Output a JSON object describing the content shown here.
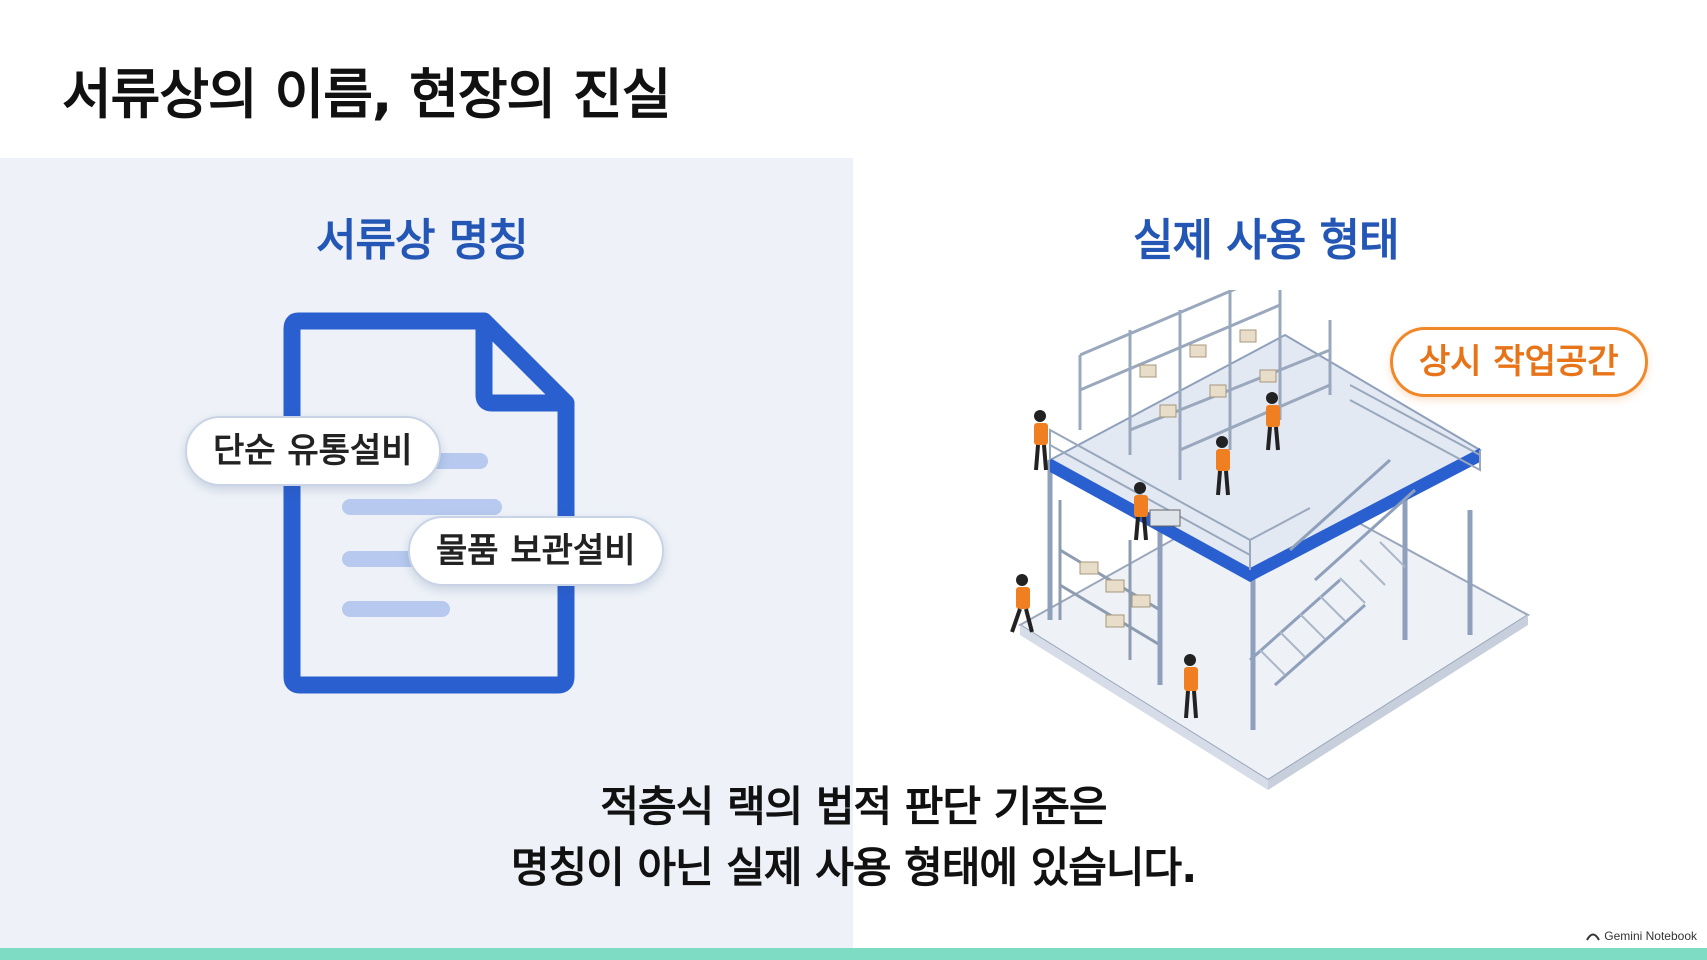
{
  "title": "서류상의 이름, 현장의 진실",
  "left": {
    "heading": "서류상 명칭",
    "labels": [
      "단순 유통설비",
      "물품 보관설비"
    ]
  },
  "right": {
    "heading": "실제 사용 형태",
    "callout": "상시 작업공간"
  },
  "caption": {
    "line1": "적층식 랙의 법적 판단 기준은",
    "line2": "명칭이 아닌 실제 사용 형태에 있습니다."
  },
  "watermark": "Gemini Notebook",
  "colors": {
    "accent_blue": "#2457b5",
    "accent_orange": "#f0882a",
    "strip": "#7fdcc4"
  },
  "icons": {
    "document": "document-icon",
    "warehouse": "mezzanine-warehouse-illustration",
    "watermark": "notebook-logo-icon"
  }
}
